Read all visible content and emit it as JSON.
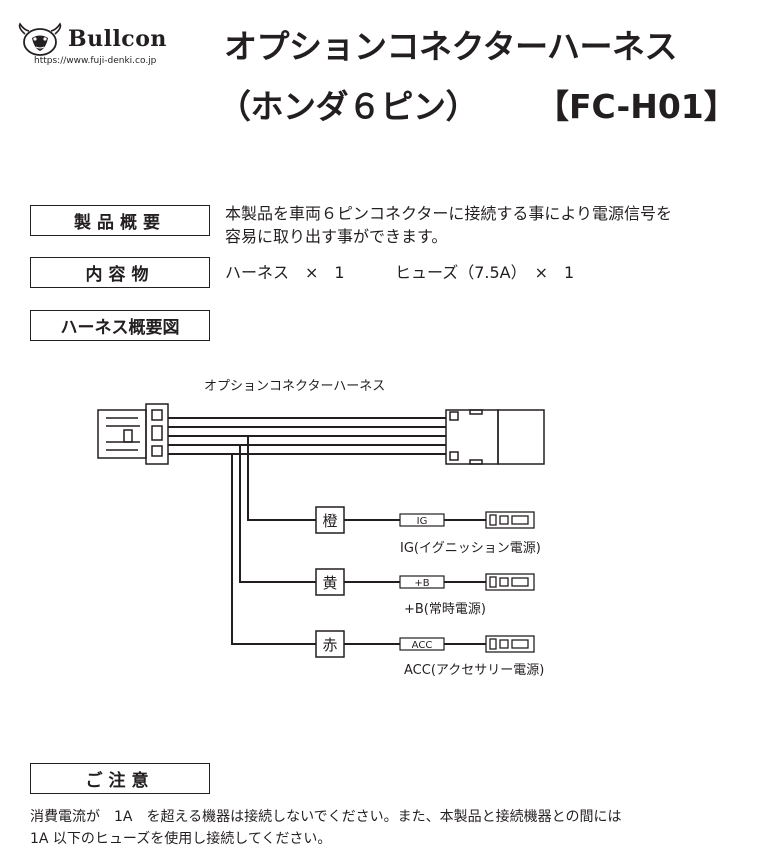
{
  "header": {
    "logo_name": "Bullcon",
    "logo_url": "https://www.fuji-denki.co.jp",
    "title_line1": "オプションコネクターハーネス",
    "title_line2": "（ホンダ６ピン）",
    "model": "【FC-H01】"
  },
  "sections": {
    "overview": {
      "label": "製品概要",
      "text_line1": "本製品を車両６ピンコネクターに接続する事により電源信号を",
      "text_line2": "容易に取り出す事ができます。"
    },
    "contents": {
      "label": "内容物",
      "item1": "ハーネス　×　1",
      "item2": "ヒューズ（7.5A）　×　1"
    },
    "diagram": {
      "label": "ハーネス概要図"
    },
    "caution": {
      "label": "ご注意",
      "text_line1": "消費電流が　1A　を超える機器は接続しないでください。また、本製品と接続機器との間には",
      "text_line2": "1A 以下のヒューズを使用し接続してください。"
    }
  },
  "diagram": {
    "harness_label": "オプションコネクターハーネス",
    "wires": [
      {
        "color_name": "橙",
        "tag": "IG",
        "description": "IG(イグニッション電源)"
      },
      {
        "color_name": "黄",
        "tag": "+B",
        "description": "+B(常時電源)"
      },
      {
        "color_name": "赤",
        "tag": "ACC",
        "description": "ACC(アクセサリー電源)"
      }
    ]
  },
  "colors": {
    "ink": "#231f20",
    "background": "#ffffff"
  },
  "icons": {
    "logo": "bull-head-icon"
  }
}
